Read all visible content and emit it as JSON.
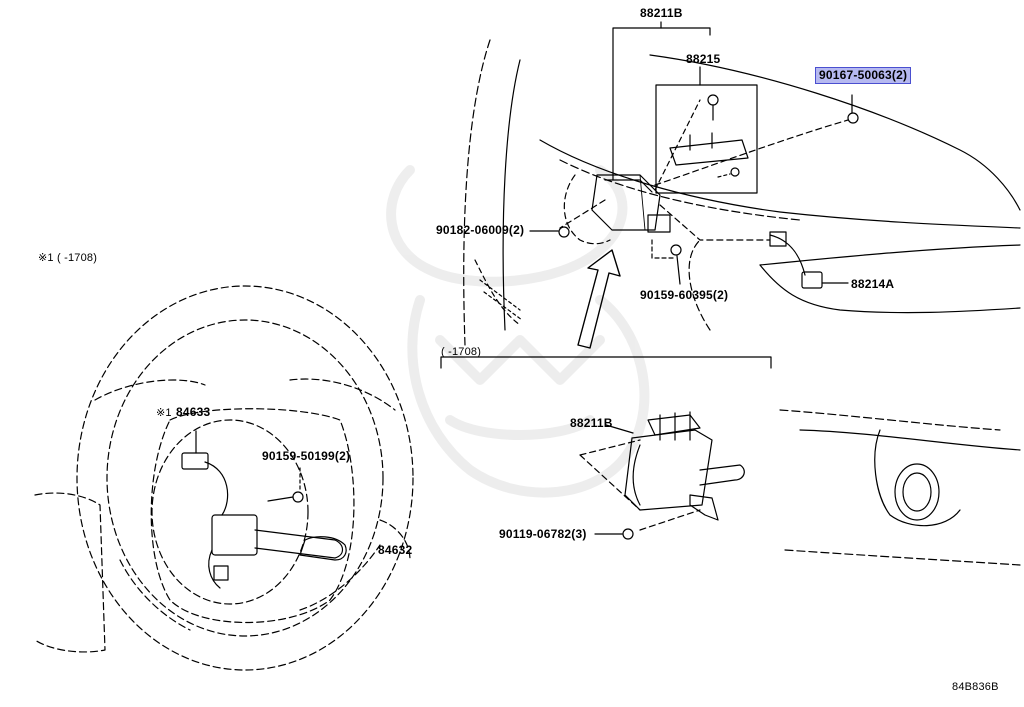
{
  "diagram": {
    "code": "84B836B",
    "notes": {
      "note1": "※1 (      -1708)",
      "range": "(      -1708)"
    },
    "parts": {
      "p88211B_top": "88211B",
      "p88215": "88215",
      "p90167": "90167-50063(2)",
      "p90182": "90182-06009(2)",
      "p90159_60395": "90159-60395(2)",
      "p88214A": "88214A",
      "p88211B_bottom": "88211B",
      "p90119": "90119-06782(3)",
      "p84633": "84633",
      "p84633_mark": "※1",
      "p90159_50199": "90159-50199(2)",
      "p84632": "84632"
    },
    "highlight_color": "#b6b9f0"
  }
}
